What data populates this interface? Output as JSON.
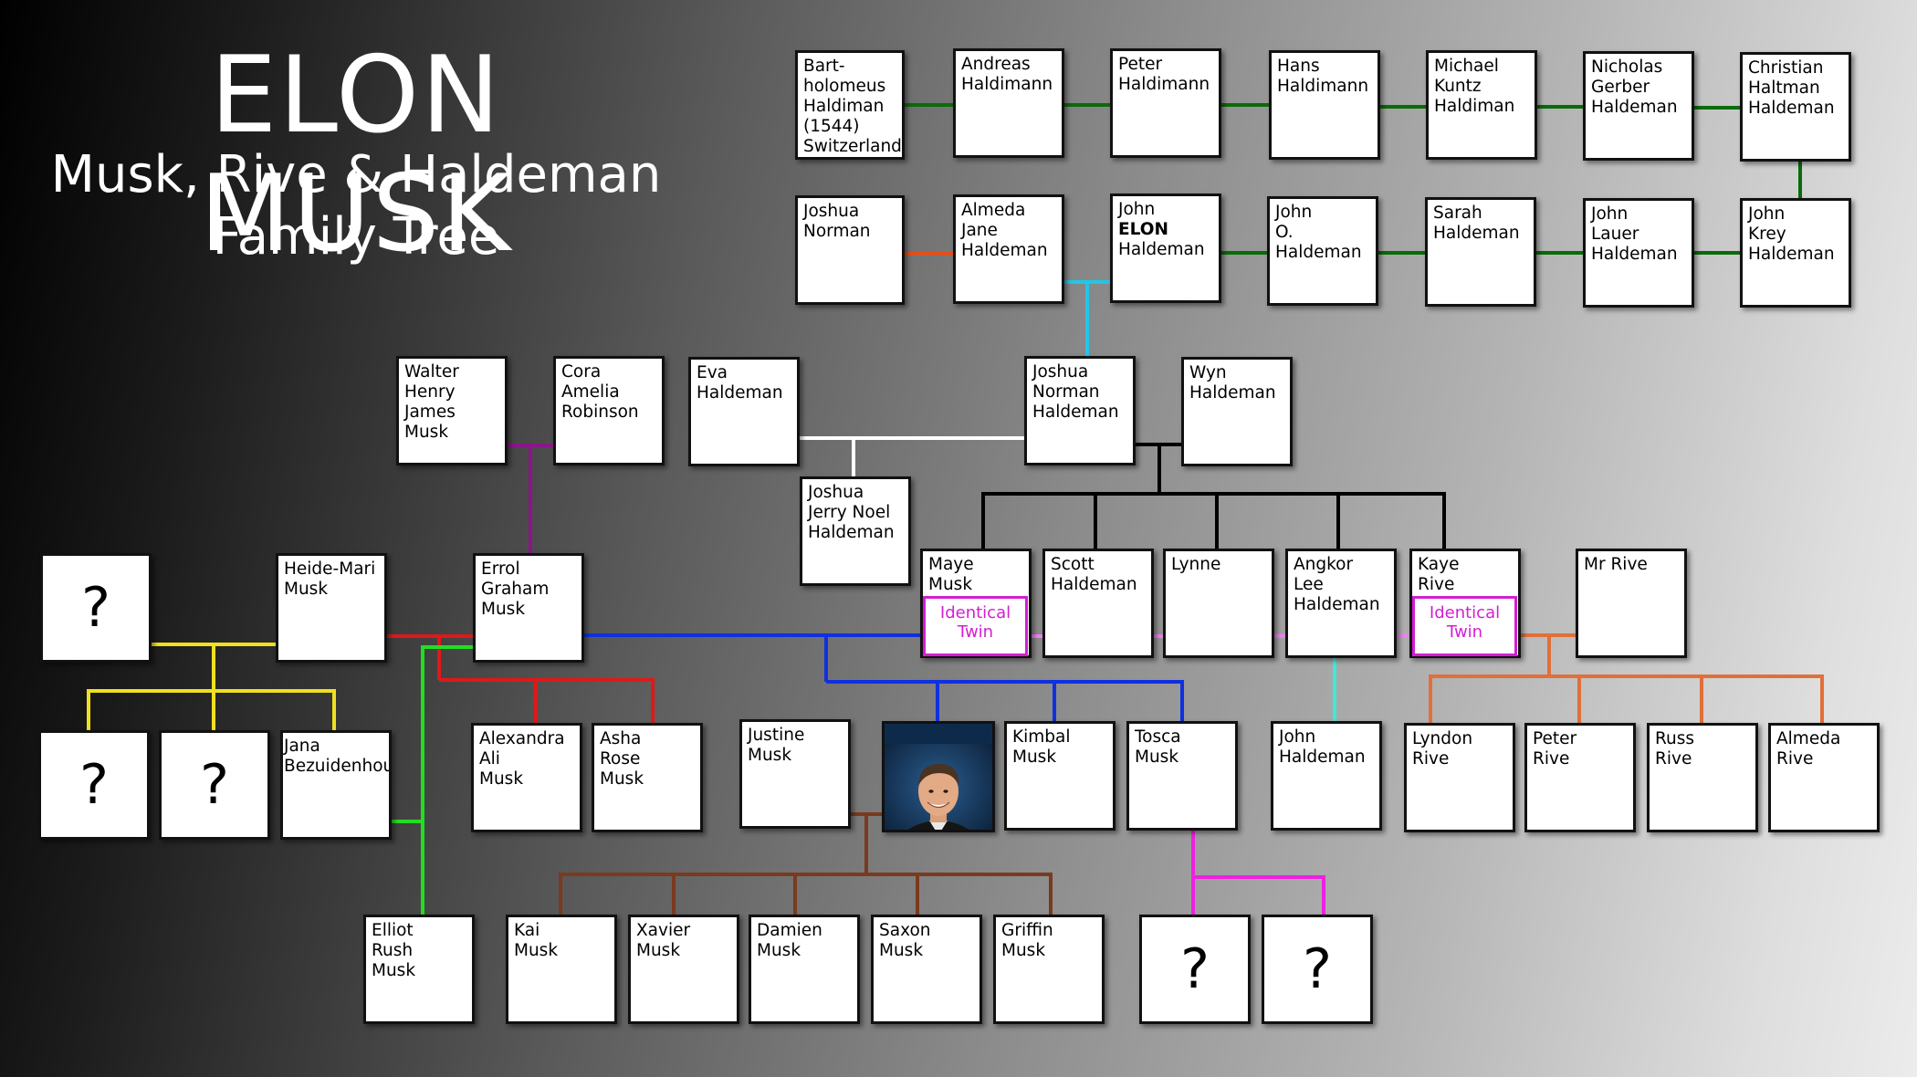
{
  "title": {
    "main": "ELON MUSK",
    "line1": "Musk, Rive & Haldeman",
    "line2": "Family Tree"
  },
  "people": {
    "bartholomeus": "Bart-\nholomeus\nHaldiman\n(1544)\nSwitzerland",
    "andreas": "Andreas\nHaldimann",
    "peter": "Peter\nHaldimann",
    "hans": "Hans\nHaldimann",
    "michael": "Michael\nKuntz\nHaldiman",
    "nicholas": "Nicholas\nGerber\nHaldeman",
    "christian": "Christian\nHaltman\nHaldeman",
    "joshua_norman": "Joshua\nNorman",
    "almeda_jane": "Almeda\nJane\nHaldeman",
    "john_elon_first": "John",
    "john_elon_mid": "ELON",
    "john_elon_last": "Haldeman",
    "john_o": "John\nO.\nHaldeman",
    "sarah": "Sarah\nHaldeman",
    "john_lauer": "John\nLauer\nHaldeman",
    "john_krey": "John\nKrey\nHaldeman",
    "walter": "Walter\nHenry\nJames\nMusk",
    "cora": "Cora\nAmelia\nRobinson",
    "eva": "Eva\nHaldeman",
    "joshua_nh": "Joshua\nNorman\nHaldeman",
    "wyn": "Wyn\nHaldeman",
    "joshua_jerry": "Joshua\nJerry Noel\nHaldeman",
    "unknown_parent": "?",
    "heide": "Heide-Mari\nMusk",
    "errol": "Errol\nGraham\nMusk",
    "maye": "Maye\nMusk",
    "scott": "Scott\nHaldeman",
    "lynne": "Lynne",
    "angkor": "Angkor\nLee\nHaldeman",
    "kaye": "Kaye\nRive",
    "mr_rive": "Mr Rive",
    "unknown_child_1": "?",
    "unknown_child_2": "?",
    "jana": "Jana\nBezuidenhout",
    "alexandra": "Alexandra\nAli\nMusk",
    "asha": "Asha\nRose\nMusk",
    "justine": "Justine\nMusk",
    "kimbal": "Kimbal\nMusk",
    "tosca": "Tosca\nMusk",
    "john_h": "John\nHaldeman",
    "lyndon": "Lyndon\nRive",
    "peter_rive": "Peter\nRive",
    "russ": "Russ\nRive",
    "almeda_rive": "Almeda\nRive",
    "elliot": "Elliot\nRush\nMusk",
    "kai": "Kai\nMusk",
    "xavier": "Xavier\nMusk",
    "damien": "Damien\nMusk",
    "saxon": "Saxon\nMusk",
    "griffin": "Griffin\nMusk",
    "unknown_grandchild_1": "?",
    "unknown_grandchild_2": "?"
  },
  "twin_label": "Identical\nTwin",
  "colors": {
    "haldeman_line": "#0a6b0a",
    "norman_line": "#e0501e",
    "cyan_line": "#22c6e8",
    "musk_walter_line": "#8a158a",
    "white_line": "#ffffff",
    "black_line": "#000000",
    "heide_line": "#f0e020",
    "errol_heide_line": "#e01818",
    "errol_maye_line": "#1030e0",
    "jana_line": "#22dd22",
    "twin_line": "#f080f0",
    "rive_line": "#e0703a",
    "john_h_line": "#40e8d8",
    "elon_children_line": "#7a3a1e",
    "tosca_children_line": "#f020e0",
    "twin_text": "#d21fd2"
  }
}
